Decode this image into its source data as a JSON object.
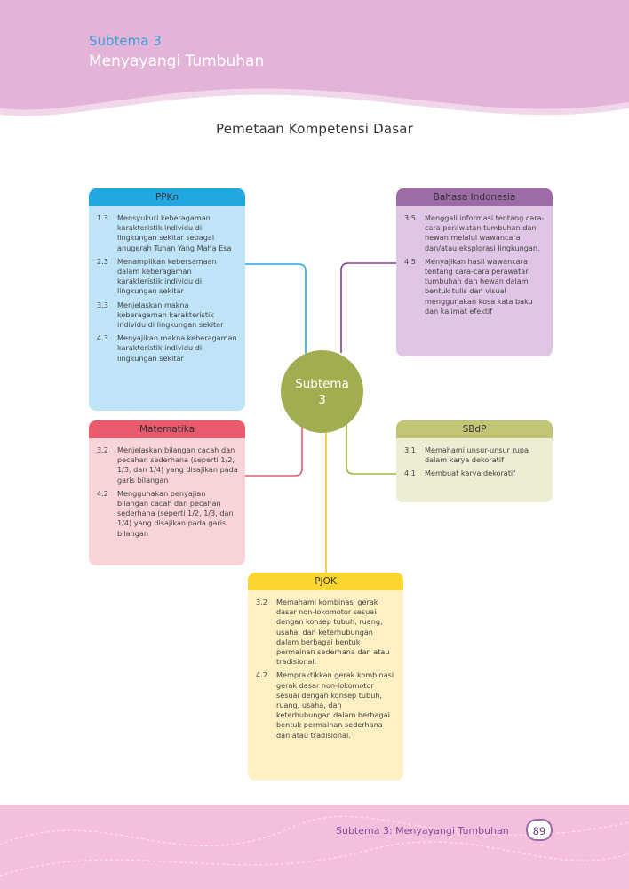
{
  "header": {
    "subtheme_label": "Subtema 3",
    "subtheme_title": "Menyayangi Tumbuhan"
  },
  "page_heading": "Pemetaan Kompetensi Dasar",
  "center": {
    "line1": "Subtema",
    "line2": "3",
    "color": "#a2ad52"
  },
  "boxes": {
    "ppkn": {
      "title": "PPKn",
      "head_color": "#21a8e3",
      "body_color": "#bfe4f8",
      "items": [
        {
          "num": "1.3",
          "text": "Mensyukuri keberagaman karakteristik individu di lingkungan sekitar sebagai anugerah Tuhan Yang Maha Esa"
        },
        {
          "num": "2.3",
          "text": "Menampilkan kebersamaan dalam keberagaman karakteristik individu di lingkungan sekitar"
        },
        {
          "num": "3.3",
          "text": "Menjelaskan makna keberagaman karakteristik individu di lingkungan sekitar"
        },
        {
          "num": "4.3",
          "text": "Menyajikan makna keberagaman karakteristik individu di lingkungan sekitar"
        }
      ]
    },
    "bahasa": {
      "title": "Bahasa Indonesia",
      "head_color": "#9d6ba7",
      "body_color": "#dfc6e4",
      "items": [
        {
          "num": "3.5",
          "text": "Menggali informasi tentang cara-cara perawatan tumbuhan dan hewan melalui wawancara dan/atau eksplorasi lingkungan."
        },
        {
          "num": "4.5",
          "text": "Menyajikan hasil wawancara tentang cara-cara perawatan tumbuhan dan hewan dalam bentuk tulis dan visual menggunakan kosa kata baku dan kalimat efektif"
        }
      ]
    },
    "matematika": {
      "title": "Matematika",
      "head_color": "#e95b6c",
      "body_color": "#f9d4d6",
      "items": [
        {
          "num": "3.2",
          "text": "Menjelaskan bilangan cacah dan pecahan sederhana (seperti 1/2, 1/3, dan 1/4) yang disajikan pada garis bilangan"
        },
        {
          "num": "4.2",
          "text": "Menggunakan penyajian bilangan cacah dan pecahan sederhana (seperti 1/2, 1/3, dan 1/4) yang disajikan pada garis bilangan"
        }
      ]
    },
    "sbdp": {
      "title": "SBdP",
      "head_color": "#c1c574",
      "body_color": "#ecedd2",
      "items": [
        {
          "num": "3.1",
          "text": "Memahami unsur-unsur rupa dalam karya dekoratif"
        },
        {
          "num": "4.1",
          "text": "Membuat karya  dekoratif"
        }
      ]
    },
    "pjok": {
      "title": "PJOK",
      "head_color": "#fbd62e",
      "body_color": "#fdf0c2",
      "items": [
        {
          "num": "3.2",
          "text": "Memahami kombinasi gerak dasar non-lokomotor sesuai dengan konsep tubuh, ruang, usaha, dan keterhubungan dalam berbagai bentuk permainan sederhana dan atau tradisional."
        },
        {
          "num": "4.2",
          "text": "Mempraktikkan gerak kombinasi gerak dasar non-lokomotor sesuai dengan konsep tubuh, ruang, usaha, dan keterhubungan dalam berbagai bentuk permainan sederhana dan atau tradisional."
        }
      ]
    }
  },
  "footer": {
    "text": "Subtema 3: Menyayangi Tumbuhan",
    "page_number": "89"
  },
  "colors": {
    "header_band": "#e3b4d8",
    "footer_band": "#f3bfdd",
    "accent_blue": "#3a9fd8"
  }
}
